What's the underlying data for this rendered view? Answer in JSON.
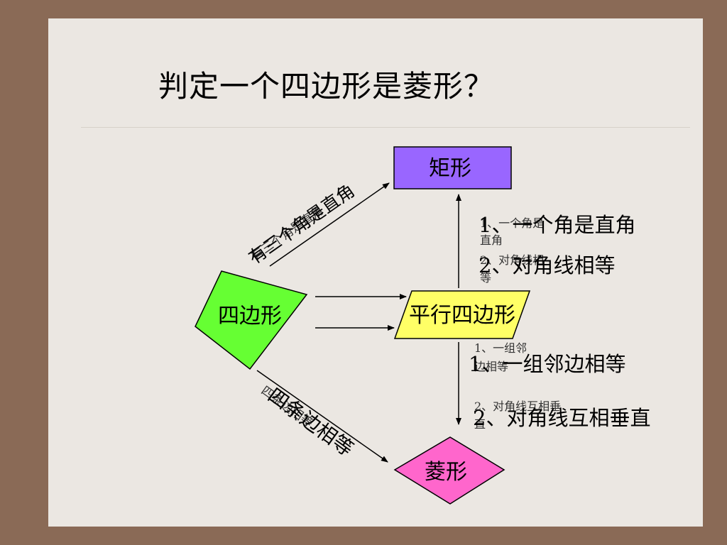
{
  "title": "判定一个四边形是菱形？",
  "nodes": {
    "quadrilateral": "四边形",
    "parallelogram": "平行四边形",
    "rectangle": "矩形",
    "rhombus": "菱形"
  },
  "edges": {
    "quad_to_rect": {
      "main": "有三个角是直角",
      "overlay": "有三个角是直角"
    },
    "quad_to_rhombus": {
      "main": "四条边相等",
      "overlay": "四条边相等"
    },
    "para_to_rect": {
      "main": [
        "1、一个角是直角",
        "2、对角线相等"
      ],
      "overlay": [
        "1、一个角是",
        "直角",
        "2、对角线相",
        "等"
      ]
    },
    "para_to_rhombus": {
      "main": [
        "1、一组邻边相等",
        "2、对角线互相垂直"
      ],
      "overlay": [
        "1、一组邻",
        "边相等",
        "2、对角线互相垂",
        "直"
      ]
    }
  },
  "colors": {
    "rectangle_fill": "#9966ff",
    "quadrilateral_fill": "#66ff33",
    "parallelogram_fill": "#ffff66",
    "rhombus_fill": "#ff66cc"
  }
}
